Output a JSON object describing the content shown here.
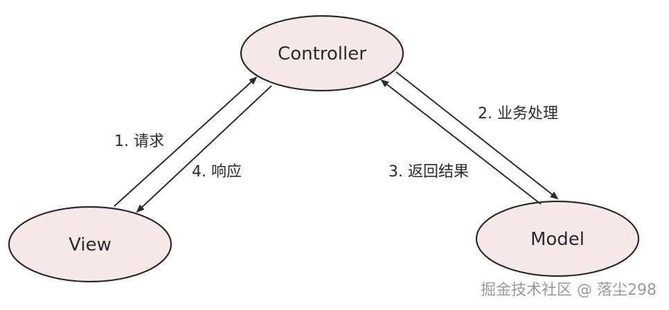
{
  "nodes": {
    "controller": "Controller",
    "view": "View",
    "model": "Model"
  },
  "edges": {
    "request": "1. 请求",
    "process": "2. 业务处理",
    "return_result": "3. 返回结果",
    "response": "4. 响应"
  },
  "watermark": "掘金技术社区 @ 落尘298",
  "colors": {
    "node_fill": "#f7e9e8",
    "stroke": "#2b2b2b",
    "text": "#2a2a2a",
    "watermark": "#9a9a9a"
  }
}
